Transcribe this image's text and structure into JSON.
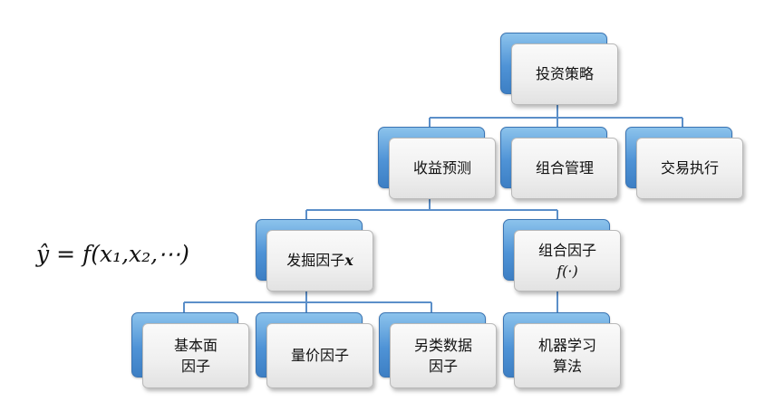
{
  "diagram": {
    "root": "投资策略",
    "level1": [
      "收益预测",
      "组合管理",
      "交易执行"
    ],
    "level2": {
      "mine_factor": "发掘因子",
      "mine_factor_symbol": "x",
      "combine_factor": "组合因子",
      "combine_factor_symbol": "f(·)"
    },
    "level3": [
      "基本面\n因子",
      "量价因子",
      "另类数据\n因子",
      "机器学习\n算法"
    ]
  },
  "formula": "ŷ = f(x₁,x₂,⋯)",
  "colors": {
    "connector": "#5b8fc9",
    "box_back": "#4f93d6"
  }
}
